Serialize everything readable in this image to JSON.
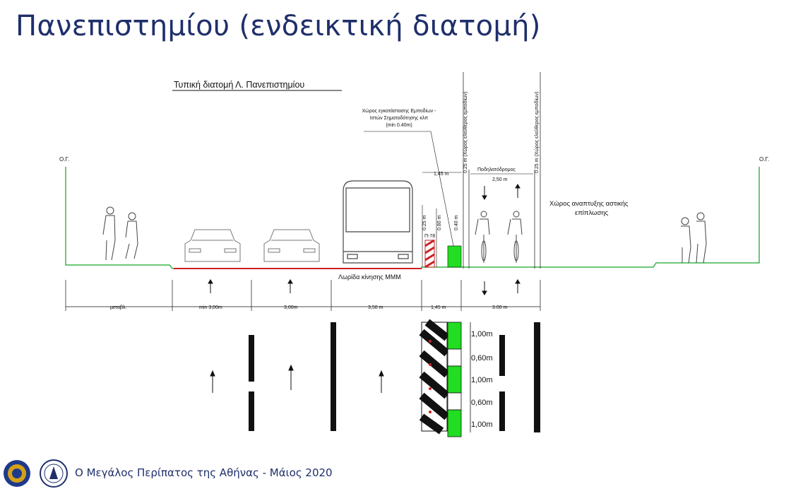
{
  "header": {
    "title": "Πανεπιστημίου (ενδεικτική διατομή)"
  },
  "drawing": {
    "section_title": "Τυπική διατομή Λ. Πανεπιστημίου",
    "building_line_left": "Ο.Γ.",
    "building_line_right": "Ο.Γ.",
    "obstacle_note": [
      "Χώρος εγκατάστασης Εμποδίων -",
      "Ιστών Σηματοδότησης κλπ",
      "(min 0.40m)"
    ],
    "clearance_left": "0.25 m (Χώρος ελεύθερος εμποδίων)",
    "clearance_right": "0.25 m (Χώρος ελεύθερος εμποδίων)",
    "bike_lane_label": "Ποδηλατόδρομος",
    "bike_lane_width": "2,50 m",
    "width_145_top": "1,45 m",
    "dim_025": "0.25 m",
    "dim_080": "0.80 m",
    "dim_040": "0.40 m",
    "sign_code": "Π-78",
    "urban_space": [
      "Χώρος αναπτυξης αστικής",
      "επίπλωσης"
    ],
    "bus_lane": "Λωρίδα κίνησης ΜΜΜ",
    "widths": [
      "μεταβλ.",
      "min 3,00m",
      "3,00m",
      "3,50 m",
      "1,45 m",
      "3.00 m"
    ],
    "plan_dims": [
      "1,00m",
      "0,60m",
      "1,00m",
      "0,60m",
      "1,00m"
    ]
  },
  "footer": {
    "text": "Ο Μεγάλος Περίπατος της Αθήνας - Μάιος 2020"
  },
  "colors": {
    "title": "#1f2f6b",
    "ground": "#3cb44b",
    "buffer_green": "#22dd22",
    "bus_lane_red": "#cc2222"
  }
}
